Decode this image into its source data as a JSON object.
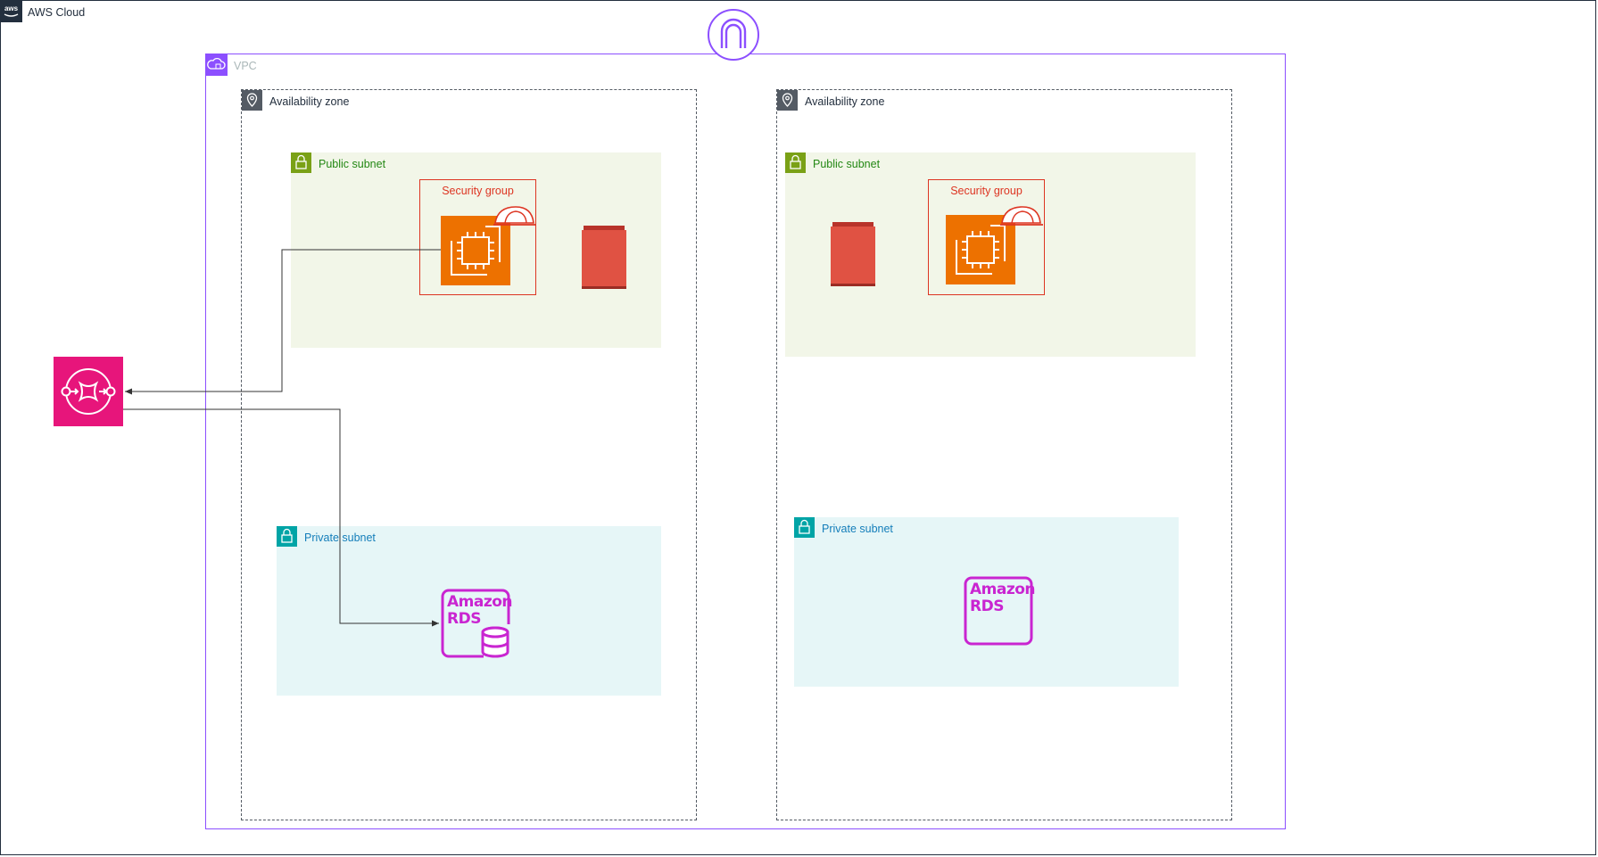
{
  "diagram": {
    "aws_cloud": {
      "label": "AWS Cloud",
      "icon": "aws-logo-icon"
    },
    "vpc": {
      "label": "VPC",
      "icon": "vpc-cloud-icon"
    },
    "internet_gateway": {
      "icon": "internet-gateway-icon"
    },
    "sqs": {
      "icon": "sqs-queue-icon"
    },
    "availability_zones": [
      {
        "label": "Availability zone",
        "public_subnet": {
          "label": "Public subnet"
        },
        "security_group": {
          "label": "Security group"
        },
        "private_subnet": {
          "label": "Private subnet"
        },
        "rds": {
          "line1": "Amazon",
          "line2": "RDS"
        }
      },
      {
        "label": "Availability zone",
        "public_subnet": {
          "label": "Public subnet"
        },
        "security_group": {
          "label": "Security group"
        },
        "private_subnet": {
          "label": "Private subnet"
        },
        "rds": {
          "line1": "Amazon",
          "line2": "RDS"
        }
      }
    ],
    "colors": {
      "cloud_border": "#232f3e",
      "vpc": "#8c4fff",
      "public_subnet": "#7aa116",
      "public_subnet_bg": "#f2f6e8",
      "private_subnet": "#00a4a6",
      "private_subnet_bg": "#e6f6f7",
      "security_group": "#dd3522",
      "ec2": "#ed7100",
      "ebs_volume": "#e05243",
      "rds": "#c925d1",
      "sqs": "#e7157b"
    }
  }
}
